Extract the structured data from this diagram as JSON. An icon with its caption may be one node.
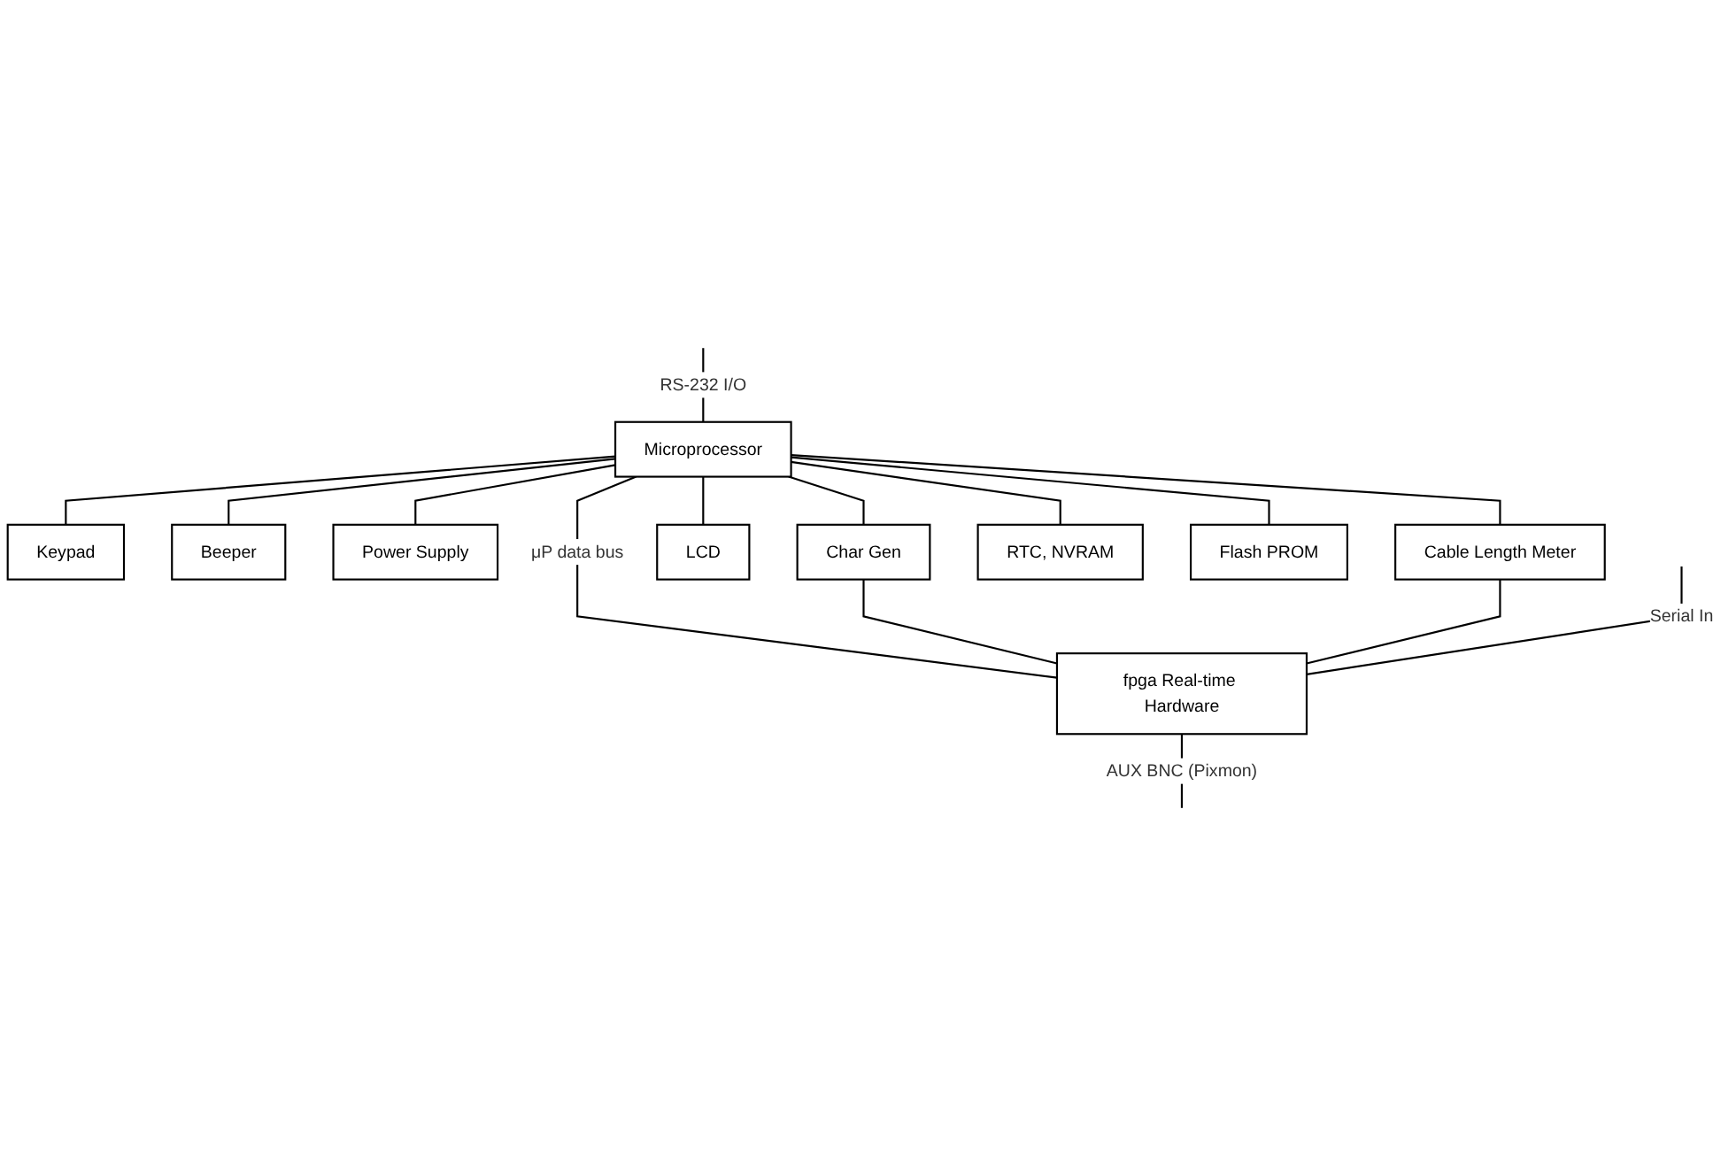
{
  "diagram": {
    "nodes": [
      {
        "text": [
          "Microprocessor"
        ]
      },
      {
        "text": [
          "Keypad"
        ]
      },
      {
        "text": [
          "Beeper"
        ]
      },
      {
        "text": [
          "Power Supply"
        ]
      },
      {
        "text": [
          "Cable Length Meter"
        ]
      },
      {
        "text": [
          "LCD"
        ]
      },
      {
        "text": [
          "Char Gen"
        ]
      },
      {
        "text": [
          "RTC, NVRAM"
        ]
      },
      {
        "text": [
          "Flash PROM"
        ]
      },
      {
        "text": [
          "fpga Real-time Hardware"
        ]
      }
    ],
    "edges": [
      {
        "from": null,
        "to": 0,
        "arrow": "none",
        "label": "RS-232 I/O"
      },
      {
        "from": 0,
        "to": 4,
        "arrow": "none"
      },
      {
        "from": 0,
        "to": 1,
        "arrow": "none"
      },
      {
        "from": 0,
        "to": 2,
        "arrow": "none"
      },
      {
        "from": 0,
        "to": 3,
        "arrow": "none"
      },
      {
        "from": 0,
        "to": 7,
        "arrow": "none"
      },
      {
        "from": 0,
        "to": 9,
        "arrow": "none",
        "label": "μP data bus"
      },
      {
        "from": 0,
        "to": 5,
        "arrow": "none"
      },
      {
        "from": 0,
        "to": 6,
        "arrow": "none"
      },
      {
        "from": 0,
        "to": 8,
        "arrow": "none"
      },
      {
        "from": 6,
        "to": 9,
        "arrow": "none"
      },
      {
        "from": 4,
        "to": 9,
        "arrow": "none"
      },
      {
        "from": null,
        "to": 9,
        "arrow": "none",
        "label": "Serial In"
      },
      {
        "from": 9,
        "to": null,
        "arrow": "none",
        "label": "AUX BNC (Pixmon)"
      }
    ]
  }
}
